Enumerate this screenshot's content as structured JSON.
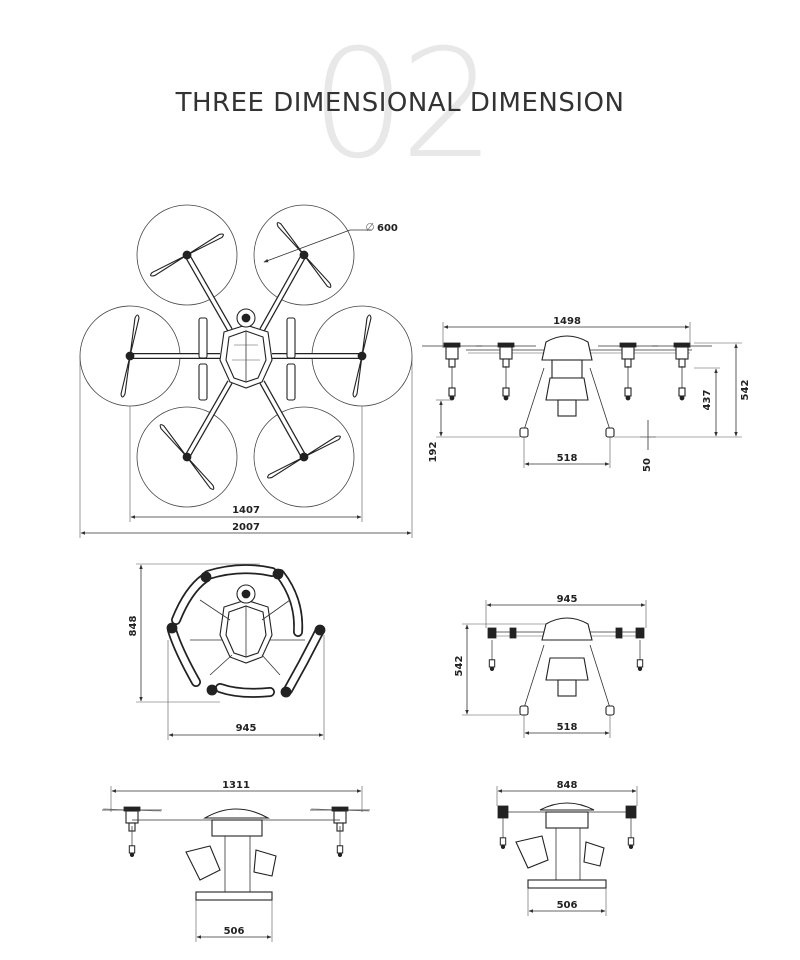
{
  "header": {
    "number": "02",
    "title": "THREE DIMENSIONAL DIMENSION"
  },
  "top_view": {
    "rotor_diameter": "600",
    "inner_width": "1407",
    "overall_width": "2007"
  },
  "front_view": {
    "width": "1498",
    "height_total": "542",
    "height_frame": "437",
    "height_ground": "192",
    "leg_span": "518",
    "foot": "50"
  },
  "folded_top": {
    "height": "848",
    "width": "945"
  },
  "folded_front": {
    "width": "945",
    "height": "542",
    "leg_span": "518"
  },
  "side_view": {
    "width": "1311",
    "base": "506"
  },
  "folded_side": {
    "width": "848",
    "base": "506"
  }
}
